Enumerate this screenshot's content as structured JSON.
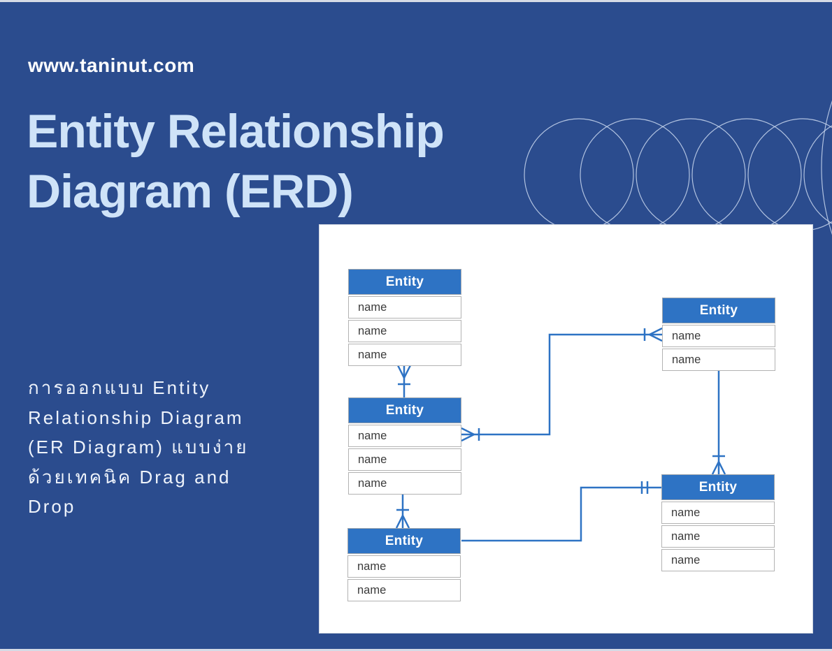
{
  "header": {
    "website": "www.taninut.com",
    "title_line1": "Entity Relationship",
    "title_line2": "Diagram (ERD)"
  },
  "description": {
    "lines": [
      "การออกแบบ Entity",
      "Relationship Diagram",
      "(ER Diagram) แบบง่าย",
      "ด้วยเทคนิค Drag and",
      "Drop"
    ]
  },
  "diagram": {
    "entities": [
      {
        "id": "entity-top-left",
        "title": "Entity",
        "rows": [
          "name",
          "name",
          "name"
        ]
      },
      {
        "id": "entity-middle-left",
        "title": "Entity",
        "rows": [
          "name",
          "name",
          "name"
        ]
      },
      {
        "id": "entity-bottom-left",
        "title": "Entity",
        "rows": [
          "name",
          "name"
        ]
      },
      {
        "id": "entity-top-right",
        "title": "Entity",
        "rows": [
          "name",
          "name"
        ]
      },
      {
        "id": "entity-bottom-right",
        "title": "Entity",
        "rows": [
          "name",
          "name",
          "name"
        ]
      }
    ],
    "connections": [
      {
        "from": "entity-top-left",
        "to": "entity-middle-left",
        "end_at_from": "one-or-many (crow's foot + tick)",
        "end_at_to": "plain"
      },
      {
        "from": "entity-middle-left",
        "to": "entity-top-right",
        "end_at_from": "one-or-many (crow's foot + tick)",
        "end_at_to": "one-or-many (crow's foot + tick)"
      },
      {
        "from": "entity-middle-left",
        "to": "entity-bottom-left",
        "end_at_from": "plain",
        "end_at_to": "one-or-many (crow's foot + tick)"
      },
      {
        "from": "entity-bottom-left",
        "to": "entity-bottom-right",
        "end_at_from": "plain",
        "end_at_to": "one-and-only-one (double tick)"
      },
      {
        "from": "entity-top-right",
        "to": "entity-bottom-right",
        "end_at_from": "plain",
        "end_at_to": "one-or-many (crow's foot + tick)"
      }
    ]
  },
  "colors": {
    "background": "#2b4c8e",
    "edge_strip": "#d6dbe6",
    "title_text": "#cfe3f8",
    "body_text": "#eef3fb",
    "panel_background": "#ffffff",
    "entity_header_blue": "#2e73c4",
    "connector_blue": "#2e73c4",
    "entity_border_gray": "#b3b3b3",
    "entity_row_text": "#3b3b3b",
    "arc_pattern": "#c9d7ee"
  }
}
